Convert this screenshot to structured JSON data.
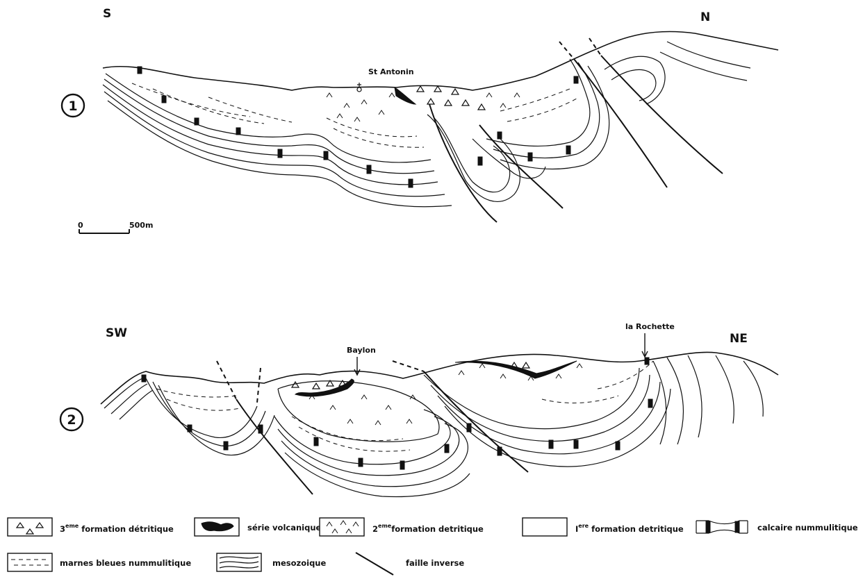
{
  "section1": {
    "number": "1",
    "left_dir": "S",
    "right_dir": "N",
    "place": "St Antonin",
    "scale_zero": "0",
    "scale_len": "500m"
  },
  "section2": {
    "number": "2",
    "left_dir": "SW",
    "right_dir": "NE",
    "place_1": "Baylon",
    "place_2": "la Rochette"
  },
  "legend": {
    "item1": {
      "pre": "3",
      "sup": "eme",
      "text": " formation détritique"
    },
    "item2": {
      "text": "série volcanique"
    },
    "item3": {
      "pre": "2",
      "sup": "eme",
      "text": "formation detritique"
    },
    "item4": {
      "pre": "I",
      "sup": "ere",
      "text": " formation detritique"
    },
    "item5": {
      "text": "calcaire nummulitique"
    },
    "item6": {
      "text": "marnes bleues nummulitique"
    },
    "item7": {
      "text": "mesozoique"
    },
    "item8": {
      "text": "faille inverse"
    }
  }
}
